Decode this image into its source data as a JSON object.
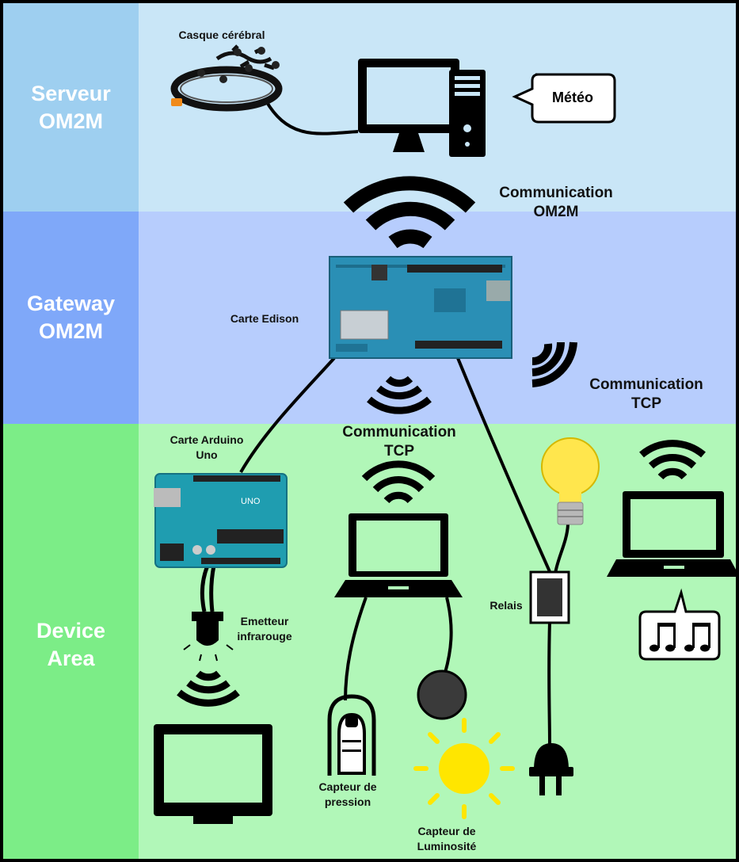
{
  "zones": {
    "server": {
      "line1": "Serveur",
      "line2": "OM2M"
    },
    "gateway": {
      "line1": "Gateway",
      "line2": "OM2M"
    },
    "device": {
      "line1": "Device",
      "line2": "Area"
    }
  },
  "labels": {
    "casque": "Casque cérébral",
    "meteo": "Météo",
    "comm_om2m_1": "Communication",
    "comm_om2m_2": "OM2M",
    "carte_edison": "Carte Edison",
    "comm_tcp_right_1": "Communication",
    "comm_tcp_right_2": "TCP",
    "comm_tcp_center_1": "Communication",
    "comm_tcp_center_2": "TCP",
    "arduino_1": "Carte Arduino",
    "arduino_2": "Uno",
    "emetteur_1": "Emetteur",
    "emetteur_2": "infrarouge",
    "relais": "Relais",
    "pression_1": "Capteur de",
    "pression_2": "pression",
    "lumi_1": "Capteur de",
    "lumi_2": "Luminosité"
  },
  "icons": {
    "headset": "eeg-headset-icon",
    "desktop": "desktop-computer-icon",
    "speech": "speech-bubble-icon",
    "board_edison": "edison-board-icon",
    "board_arduino": "arduino-board-icon",
    "laptop": "laptop-icon",
    "tv": "television-icon",
    "bulb": "light-bulb-icon",
    "plug": "power-plug-icon",
    "relay": "relay-icon",
    "finger": "pressure-sensor-icon",
    "sun": "sun-icon",
    "music": "music-notes-icon",
    "wifi": "wifi-waves-icon"
  },
  "colors": {
    "server_band": "#c9e6f7",
    "server_side": "#9ecff0",
    "gateway_band": "#b7cdfd",
    "gateway_side": "#7fa8f9",
    "device_band": "#b1f7b8",
    "device_side": "#7ced87",
    "board": "#2a8fb5",
    "sun": "#ffe600"
  }
}
